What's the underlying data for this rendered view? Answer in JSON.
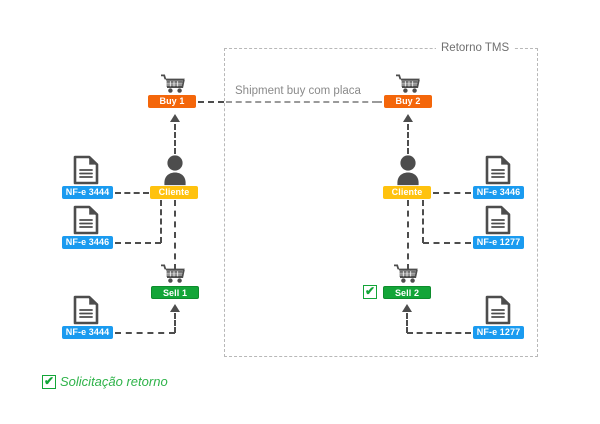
{
  "diagram": {
    "title": "Retorno TMS",
    "container_label": "Retorno TMS",
    "annotations": {
      "shipment": "Shipment buy com placa"
    },
    "colors": {
      "buy": "#f4660a",
      "cliente": "#ffc20e",
      "sell": "#13a538",
      "nfe": "#1a9bf0",
      "connector": "#4d4d4d",
      "container_border": "#b8b8b8",
      "legend": "#2fb34a"
    },
    "legend": {
      "checkbox_glyph": "✔",
      "label": "Solicitação retorno"
    },
    "left_flow": {
      "buy": {
        "label": "Buy 1",
        "icon": "cart-icon"
      },
      "cliente": {
        "label": "Cliente",
        "icon": "person-icon"
      },
      "sell": {
        "label": "Sell 1",
        "icon": "cart-icon"
      },
      "documents": [
        {
          "label": "NF-e 3444",
          "icon": "document-icon",
          "position": "cliente-upper"
        },
        {
          "label": "NF-e 3446",
          "icon": "document-icon",
          "position": "cliente-lower"
        },
        {
          "label": "NF-e 3444",
          "icon": "document-icon",
          "position": "sell"
        }
      ]
    },
    "right_flow": {
      "buy": {
        "label": "Buy 2",
        "icon": "cart-icon"
      },
      "cliente": {
        "label": "Cliente",
        "icon": "person-icon"
      },
      "sell": {
        "label": "Sell 2",
        "icon": "cart-icon",
        "checked": true,
        "checkbox_glyph": "✔"
      },
      "documents": [
        {
          "label": "NF-e 3446",
          "icon": "document-icon",
          "position": "cliente-upper"
        },
        {
          "label": "NF-e 1277",
          "icon": "document-icon",
          "position": "cliente-lower"
        },
        {
          "label": "NF-e 1277",
          "icon": "document-icon",
          "position": "sell"
        }
      ]
    }
  }
}
